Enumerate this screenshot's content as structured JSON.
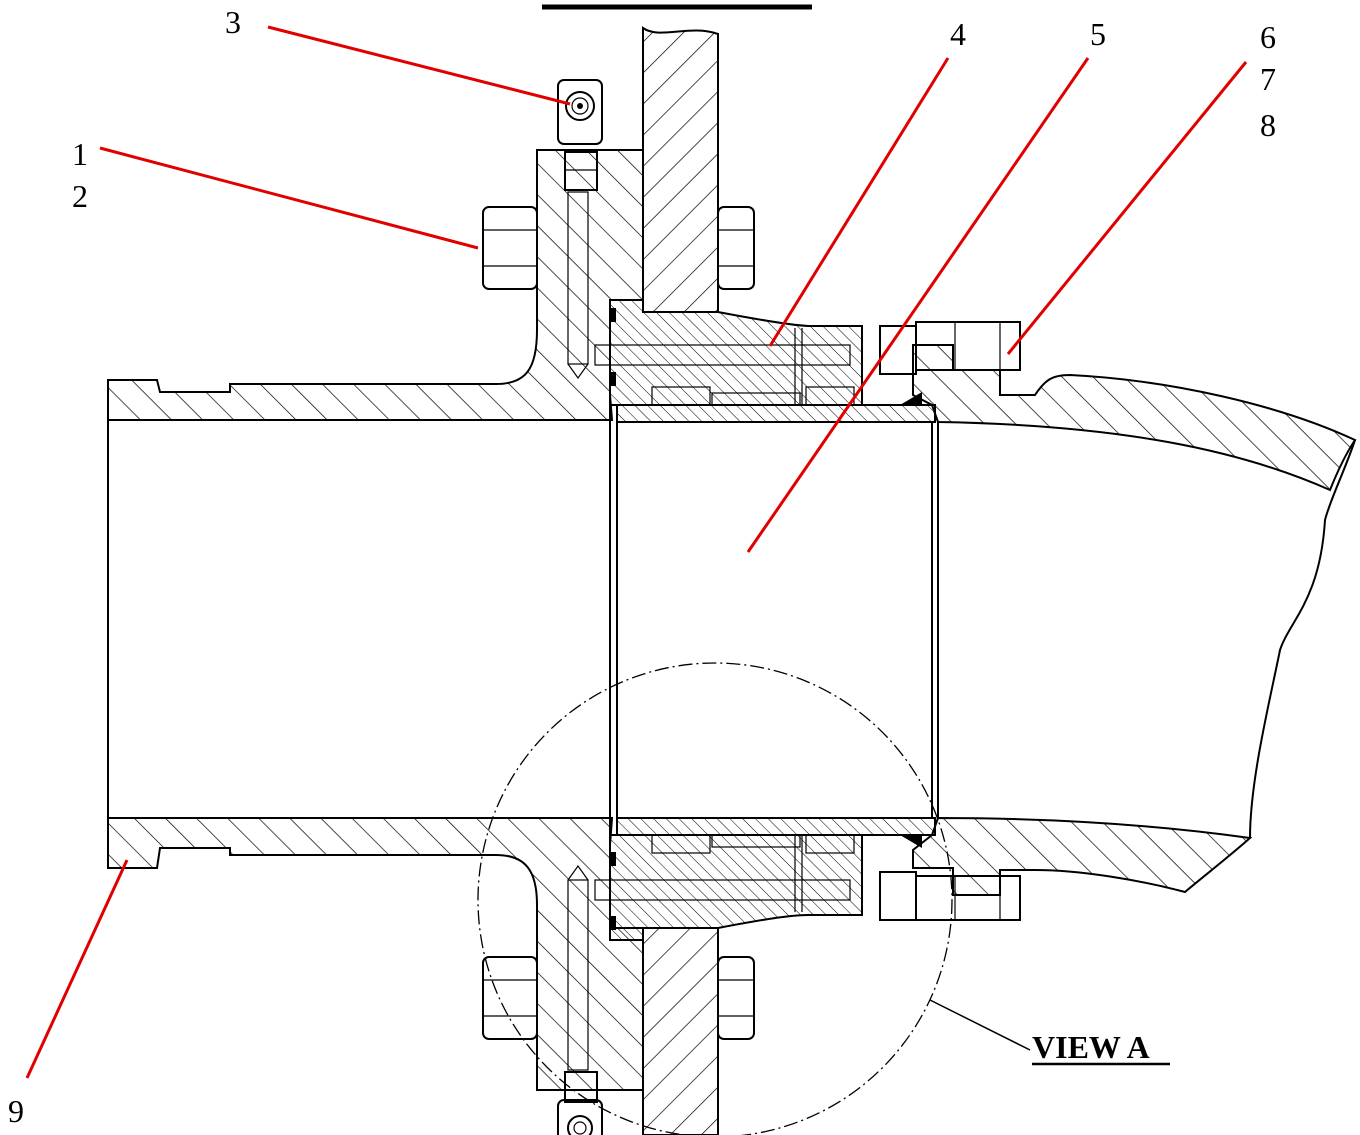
{
  "figure": {
    "callouts": [
      "1",
      "2",
      "3",
      "4",
      "5",
      "6",
      "7",
      "8",
      "9"
    ],
    "view_label": "VIEW A"
  },
  "colors": {
    "leader": "#e00000",
    "line": "#000000",
    "background": "#ffffff"
  }
}
